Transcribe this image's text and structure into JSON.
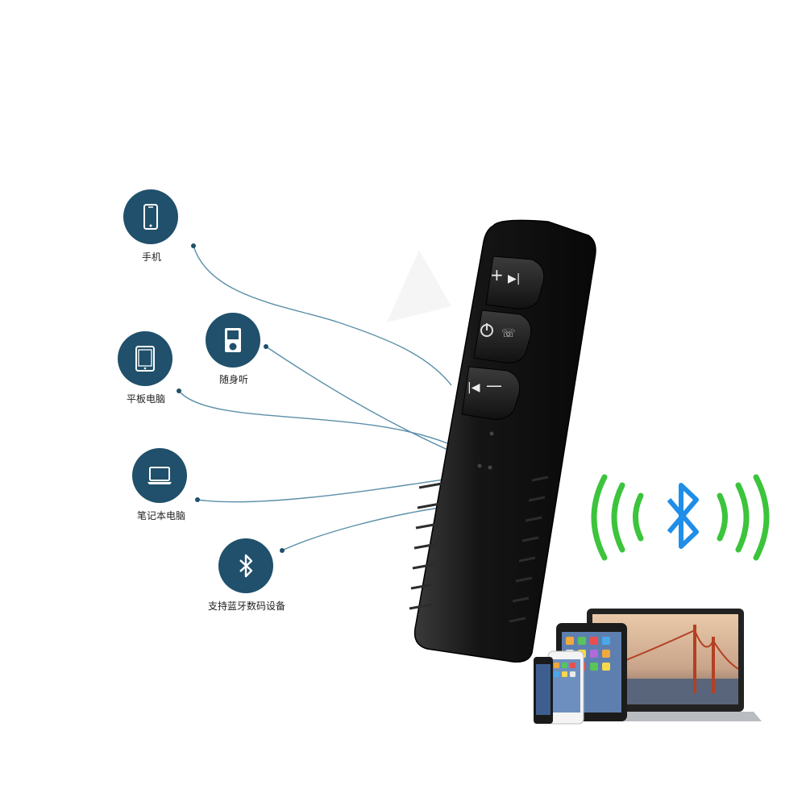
{
  "labels": {
    "phone": "手机",
    "tablet": "平板电脑",
    "player": "随身听",
    "laptop": "笔记本电脑",
    "bluetooth": "支持蓝牙数码设备"
  },
  "icons": [
    "phone-icon",
    "tablet-icon",
    "music-player-icon",
    "laptop-icon",
    "bluetooth-icon"
  ],
  "colors": {
    "circle": "#20506b",
    "connector_line": "#5b8fa8",
    "signal_wave": "#3cc43c",
    "bluetooth_logo": "#1f8ee8",
    "device_body": "#1a1a1a"
  }
}
